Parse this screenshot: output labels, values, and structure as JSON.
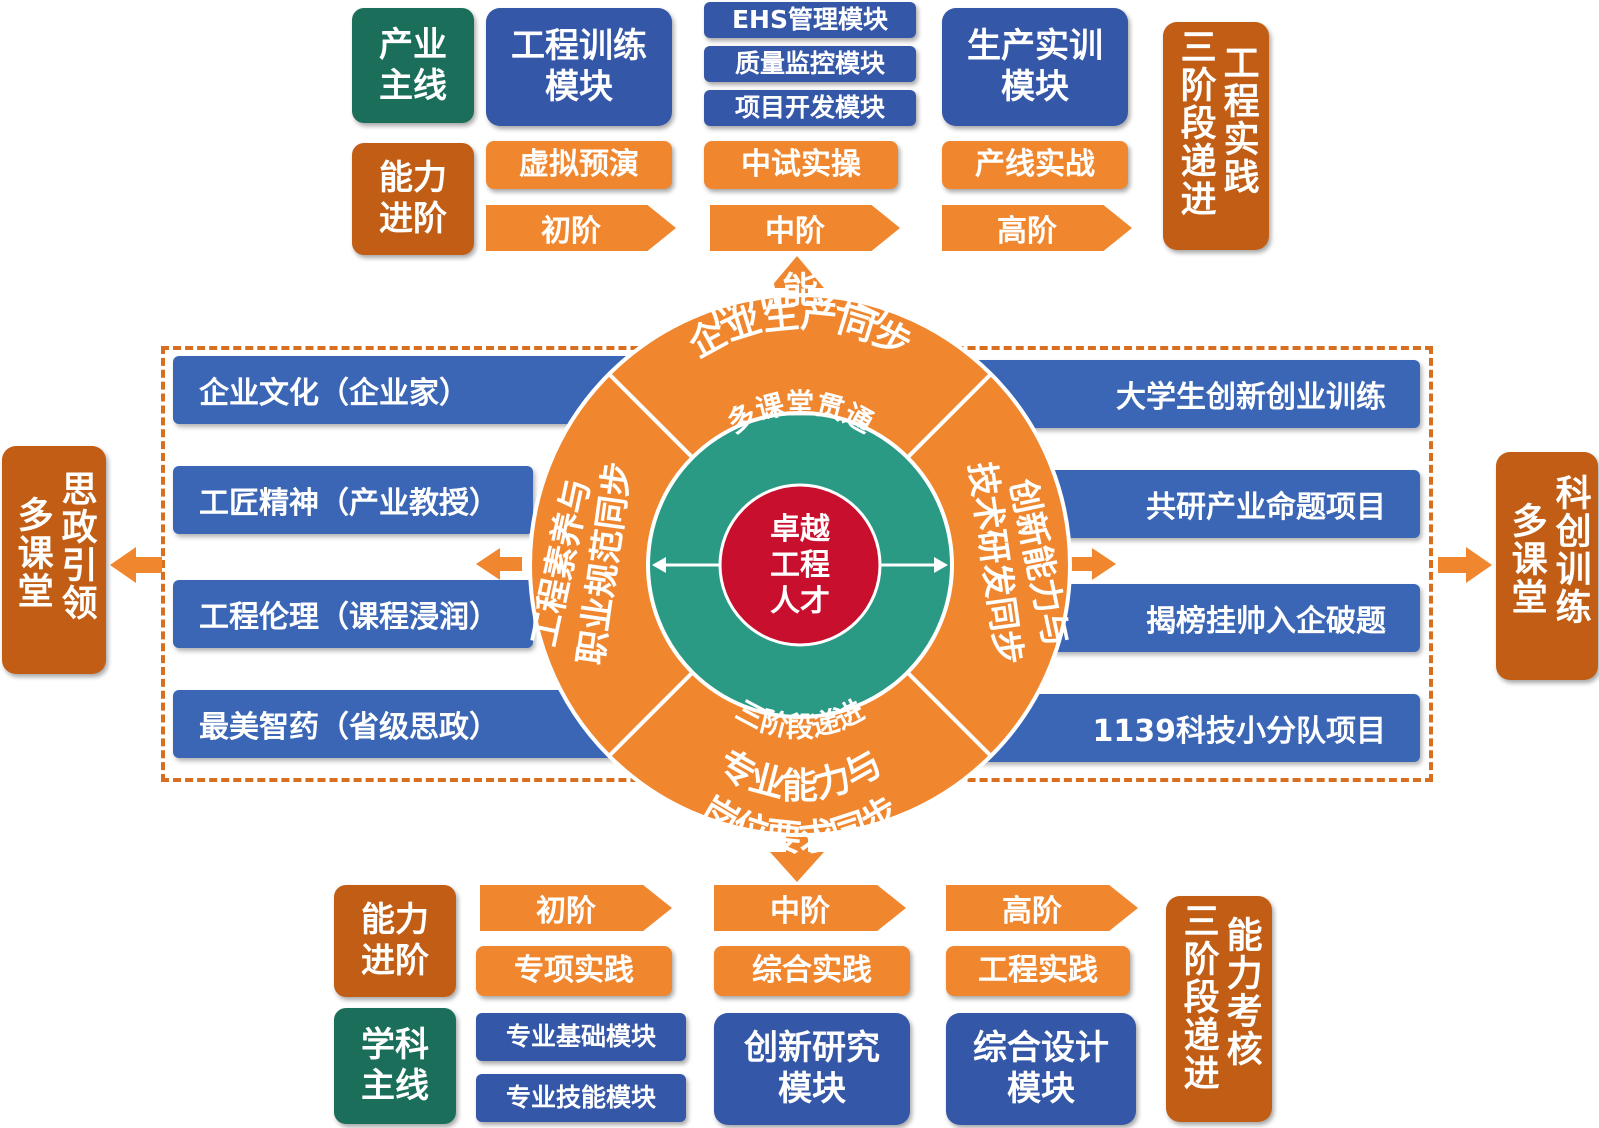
{
  "top": {
    "industry_mainline": "产业\n主线",
    "ability_progress": "能力\n进阶",
    "module_left": "工程训练\n模块",
    "module_mid": [
      "EHS管理模块",
      "质量监控模块",
      "项目开发模块"
    ],
    "module_right": "生产实训\n模块",
    "practice": [
      "虚拟预演",
      "中试实操",
      "产线实战"
    ],
    "stages": [
      "初阶",
      "中阶",
      "高阶"
    ],
    "side_col1": "工程",
    "side_col2": "三阶段",
    "side_col1b": "实践",
    "side_col2b": "递进"
  },
  "bottom": {
    "ability_progress": "能力\n进阶",
    "discipline_mainline": "学科\n主线",
    "stages": [
      "初阶",
      "中阶",
      "高阶"
    ],
    "practice": [
      "专项实践",
      "综合实践",
      "工程实践"
    ],
    "module_left": [
      "专业基础模块",
      "专业技能模块"
    ],
    "module_mid": "创新研究\n模块",
    "module_right": "综合设计\n模块",
    "side_col1": "能力",
    "side_col2": "三阶段",
    "side_col1b": "考核",
    "side_col2b": "递进"
  },
  "left_items": [
    "企业文化（企业家）",
    "工匠精神（产业教授）",
    "工程伦理（课程浸润）",
    "最美智药（省级思政）"
  ],
  "right_items": [
    "大学生创新创业训练",
    "共研产业命题项目",
    "揭榜挂帅入企破题",
    "1139科技小分队项目"
  ],
  "left_side": {
    "col1": "思政",
    "col1b": "引领",
    "col2": "多课堂"
  },
  "right_side": {
    "col1": "科创",
    "col1b": "训练",
    "col2": "多课堂"
  },
  "circle": {
    "center": "卓越\n工程\n人才",
    "ring_top": "多课堂贯通",
    "ring_bottom": "三阶段递进",
    "outer_top_1": "应用能力与",
    "outer_top_2": "企业生产同步",
    "outer_bottom_1": "专业能力与",
    "outer_bottom_2": "岗位要求同步",
    "outer_left_1": "工程素养与",
    "outer_left_2": "职业规范同步",
    "outer_right_1": "创新能力与",
    "outer_right_2": "技术研发同步"
  },
  "colors": {
    "orange": "#f0872f",
    "brown": "#c15d14",
    "blue": "#3557a8",
    "green": "#1b6e59",
    "teal": "#2a9a84",
    "red": "#c8102e"
  }
}
